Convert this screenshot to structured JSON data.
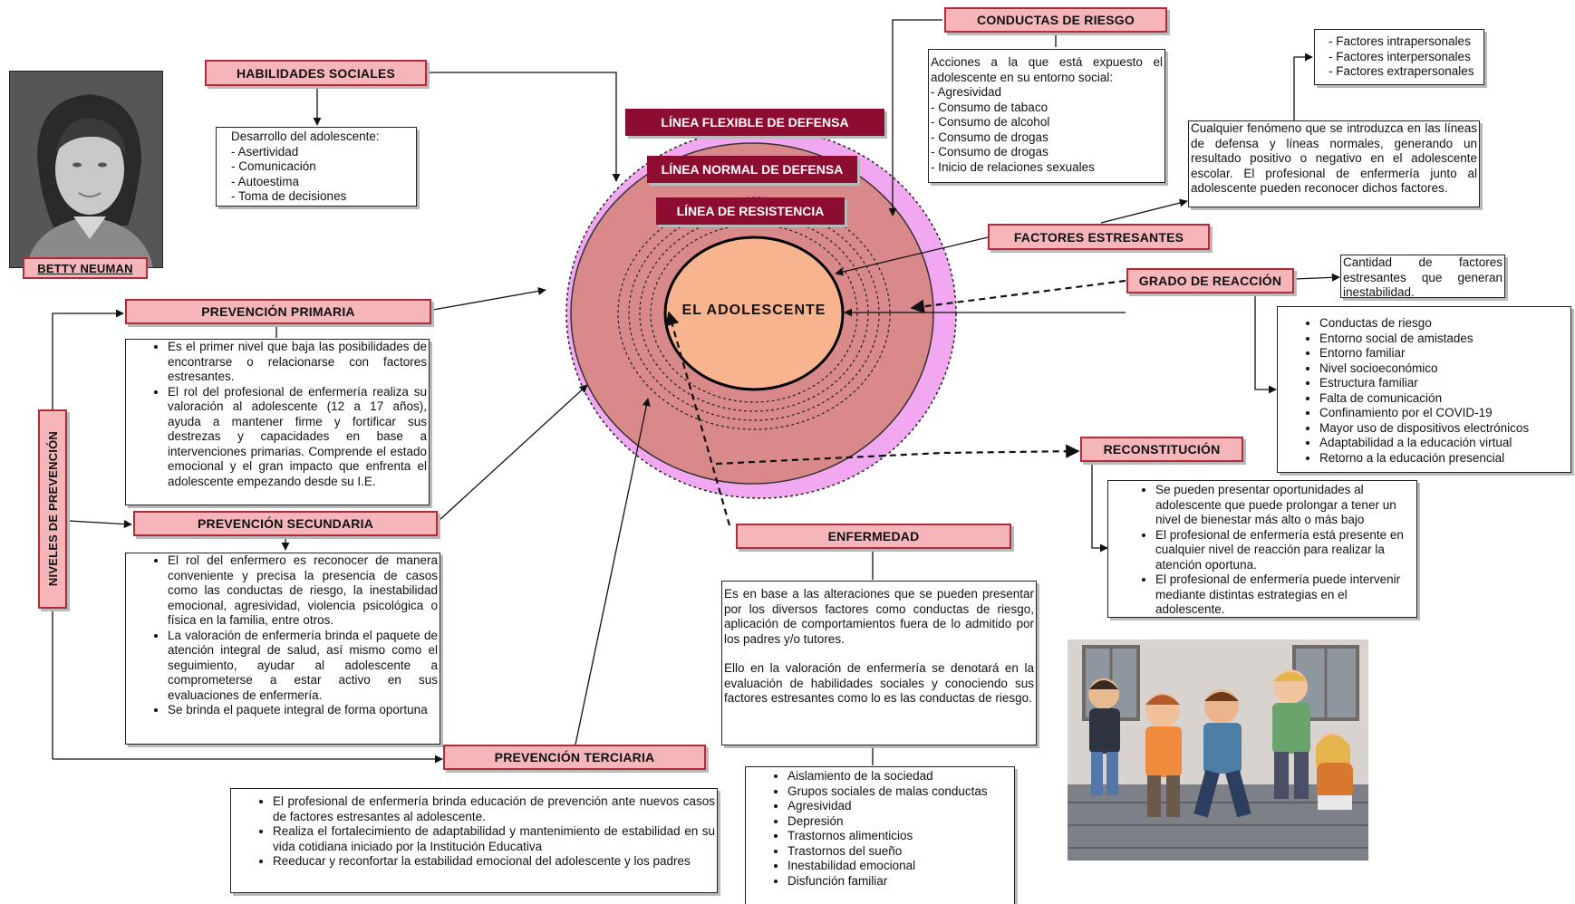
{
  "portrait": {
    "name": "BETTY NEUMAN"
  },
  "center": {
    "flexible_line": "LÍNEA FLEXIBLE DE DEFENSA",
    "normal_line": "LÍNEA NORMAL DE DEFENSA",
    "resistance_line": "LÍNEA DE RESISTENCIA",
    "core": "EL ADOLESCENTE"
  },
  "habilidades": {
    "title": "HABILIDADES SOCIALES",
    "lines": [
      "Desarrollo del adolescente:",
      "- Asertividad",
      "- Comunicación",
      "- Autoestima",
      "- Toma de decisiones"
    ]
  },
  "conductas": {
    "title": "CONDUCTAS DE RIESGO",
    "lines": [
      "Acciones a la que está expuesto el adolescente en su entorno social:",
      "- Agresividad",
      "- Consumo de tabaco",
      "- Consumo de alcohol",
      "- Consumo de drogas",
      "- Consumo de drogas",
      "- Inicio de relaciones sexuales"
    ]
  },
  "factores": {
    "title": "FACTORES ESTRESANTES",
    "types": [
      "- Factores intrapersonales",
      "- Factores interpersonales",
      "- Factores extrapersonales"
    ],
    "description": "Cualquier fenómeno que se introduzca en las líneas de defensa y líneas normales, generando un resultado positivo o negativo en el adolescente escolar. El profesional de enfermería  junto al adolescente pueden reconocer dichos factores."
  },
  "grado": {
    "title": "GRADO DE REACCIÓN",
    "description": "Cantidad de factores estresantes que generan inestabilidad.",
    "items": [
      "Conductas de riesgo",
      "Entorno social de amistades",
      "Entorno familiar",
      "Nivel socioeconómico",
      "Estructura familiar",
      "Falta de comunicación",
      "Confinamiento por el COVID-19",
      "Mayor uso de dispositivos electrónicos",
      "Adaptabilidad a la educación virtual",
      "Retorno a la educación presencial"
    ]
  },
  "reconstitucion": {
    "title": "RECONSTITUCIÓN",
    "items": [
      "Se pueden presentar oportunidades al adolescente que puede prolongar a tener un nivel de bienestar más alto o más bajo",
      "El profesional de enfermería está presente en cualquier nivel de reacción para realizar la atención oportuna.",
      "El profesional de enfermería puede intervenir mediante distintas estrategias en el adolescente."
    ]
  },
  "enfermedad": {
    "title": "ENFERMEDAD",
    "paragraph1": "Es en base a las alteraciones que se pueden presentar por los diversos factores como conductas de riesgo, aplicación de comportamientos fuera de lo admitido por los padres y/o tutores.",
    "paragraph2": "Ello en la valoración de enfermería se denotará en la evaluación de habilidades sociales y conociendo sus factores estresantes como lo es las conductas de riesgo.",
    "items": [
      "Aislamiento de la sociedad",
      "Grupos sociales de malas conductas",
      "Agresividad",
      "Depresión",
      "Trastornos alimenticios",
      "Trastornos del sueño",
      "Inestabilidad emocional",
      "Disfunción familiar"
    ]
  },
  "niveles": {
    "title": "NIVELES DE PREVENCIÓN"
  },
  "primaria": {
    "title": "PREVENCIÓN PRIMARIA",
    "items": [
      "Es el primer nivel que baja las posibilidades de encontrarse o relacionarse con factores estresantes.",
      "El rol del profesional de enfermería realiza su valoración al adolescente (12 a 17 años),  ayuda a mantener firme y fortificar sus destrezas y capacidades en base a intervenciones primarias. Comprende el estado emocional y el gran impacto que enfrenta el adolescente empezando desde su I.E."
    ]
  },
  "secundaria": {
    "title": "PREVENCIÓN SECUNDARIA",
    "items": [
      "El rol del enfermero es reconocer de manera conveniente y precisa la presencia de casos como las conductas de riesgo, la inestabilidad emocional, agresividad, violencia psicológica o física en la familia, entre otros.",
      "La valoración de enfermería brinda el paquete de atención integral de salud, así mismo como el seguimiento, ayudar al adolescente a comprometerse a estar activo en sus evaluaciones de enfermería.",
      "Se brinda el paquete integral de forma oportuna"
    ]
  },
  "terciaria": {
    "title": "PREVENCIÓN TERCIARIA",
    "items": [
      "El profesional de enfermería brinda educación de prevención ante nuevos casos de factores estresantes al adolescente.",
      "Realiza el fortalecimiento de adaptabilidad y mantenimiento de estabilidad en su vida cotidiana iniciado por la Institución Educativa",
      "Reeducar y reconfortar la estabilidad emocional del adolescente y los padres"
    ]
  }
}
